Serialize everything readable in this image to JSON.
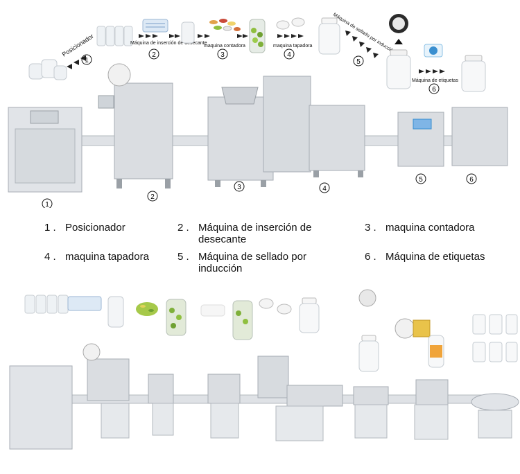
{
  "top_flow": {
    "step_labels": {
      "s1": "Posicionador",
      "s2": "Máquina de inserción de desecante",
      "s3": "maquina contadora",
      "s4": "maquina tapadora",
      "s5": "Máquina de sellado por inducción",
      "s6": "Máquina de etiquetas"
    },
    "step_numbers": [
      "1",
      "2",
      "3",
      "4",
      "5",
      "6"
    ]
  },
  "line_numbers": [
    "1",
    "2",
    "3",
    "4",
    "5",
    "6"
  ],
  "legend": [
    {
      "num": "1 .",
      "text": "Posicionador"
    },
    {
      "num": "2 .",
      "text": "Máquina de inserción de desecante"
    },
    {
      "num": "3 .",
      "text": "maquina contadora"
    },
    {
      "num": "4 .",
      "text": "maquina tapadora"
    },
    {
      "num": "5 .",
      "text": "Máquina de sellado por inducción"
    },
    {
      "num": "6 .",
      "text": "Máquina de etiquetas"
    }
  ],
  "colors": {
    "machine_steel": "#d9dce0",
    "machine_dark": "#9aa0a6",
    "arrow_dark": "#222222",
    "bottle_white": "#f4f6f8",
    "pill_green": "#8fbf3f",
    "label_blue": "#3a8fd0"
  }
}
